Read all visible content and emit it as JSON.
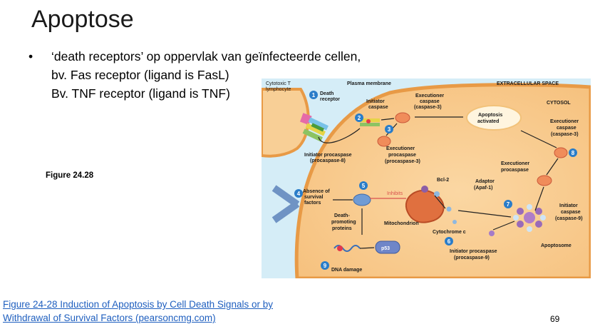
{
  "slide": {
    "title": "Apoptose",
    "bullet_symbol": "•",
    "bullet_lines": [
      "‘death receptors’ op oppervlak van geïnfecteerde cellen,",
      "bv. Fas receptor (ligand is FasL)",
      "Bv. TNF receptor (ligand is TNF)"
    ],
    "figure_label": "Figure 24.28",
    "caption_link": {
      "line1": "Figure 24-28 Induction of Apoptosis by Cell Death Signals or by",
      "line2": "Withdrawal of Survival Factors (pearsoncmg.com)"
    },
    "page_number": "69"
  },
  "diagram": {
    "cytotoxic_t": [
      "Cytotoxic T",
      "lymphocyte"
    ],
    "plasma_membrane": "Plasma membrane",
    "extracellular_space": "EXTRACELLULAR SPACE",
    "cytosol": "CYTOSOL",
    "death_receptor": [
      "Death",
      "receptor"
    ],
    "initiator_caspase": [
      "Initiator",
      "caspase"
    ],
    "executioner_caspase3_top": [
      "Executioner",
      "caspase",
      "(caspase-3)"
    ],
    "apoptosis_activated": [
      "Apoptosis",
      "activated"
    ],
    "executioner_caspase3_right": [
      "Executioner",
      "caspase",
      "(caspase-3)"
    ],
    "initiator_procaspase8": [
      "Initiator procaspase",
      "(procaspase-8)"
    ],
    "executioner_procaspase3": [
      "Executioner",
      "procaspase",
      "(procaspase-3)"
    ],
    "executioner_procaspase_right": [
      "Executioner",
      "procaspase"
    ],
    "absence_survival": [
      "Absence of",
      "survival",
      "factors"
    ],
    "inhibits": "Inhibits",
    "bcl2": "Bcl-2",
    "adaptor": [
      "Adaptor",
      "(Apaf-1)"
    ],
    "initiator_caspase9": [
      "Initiator",
      "caspase",
      "(caspase-9)"
    ],
    "death_promoting": [
      "Death-",
      "promoting",
      "proteins"
    ],
    "mitochondrion": "Mitochondrion",
    "cytochrome_c": "Cytochrome c",
    "apoptosome": "Apoptosome",
    "p53": "p53",
    "initiator_procaspase9": [
      "Initiator procaspase",
      "(procaspase-9)"
    ],
    "dna_damage": "DNA damage",
    "step_numbers": [
      "1",
      "2",
      "3",
      "4",
      "5",
      "6",
      "7",
      "8",
      "9"
    ]
  }
}
